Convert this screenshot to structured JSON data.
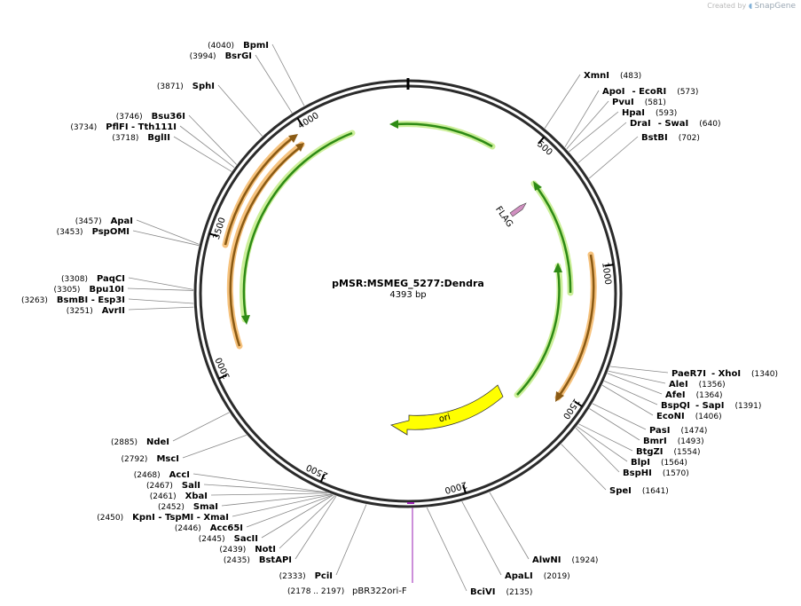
{
  "brand": {
    "created_by": "Created by",
    "app": "SnapGene"
  },
  "plasmid": {
    "name": "pMSR:MSMEG_5277:Dendra",
    "length": "4393 bp",
    "length_bp": 4393
  },
  "ticks": [
    {
      "label": "500",
      "bp": 500
    },
    {
      "label": "1000",
      "bp": 1000
    },
    {
      "label": "1500",
      "bp": 1500
    },
    {
      "label": "2000",
      "bp": 2000
    },
    {
      "label": "2500",
      "bp": 2500
    },
    {
      "label": "3000",
      "bp": 3000
    },
    {
      "label": "3500",
      "bp": 3500
    },
    {
      "label": "4000",
      "bp": 4000
    }
  ],
  "features": [
    {
      "name": "FLAG",
      "start": 850,
      "end": 874,
      "color": "#d08fc0"
    },
    {
      "name": "ori",
      "start": 1505,
      "end": 2095,
      "color": "#ffff00"
    }
  ],
  "primer": {
    "name": "pBR322ori-F",
    "range": "(2178 .. 2197)",
    "color": "#9a1fb5"
  },
  "right_labels": [
    {
      "text": [
        [
          "XmnI",
          "(483)"
        ]
      ],
      "bp": 483
    },
    {
      "text": [
        [
          "ApoI",
          ""
        ],
        [
          "- EcoRI",
          "(573)"
        ]
      ],
      "bp": 573
    },
    {
      "text": [
        [
          "PvuI",
          "(581)"
        ]
      ],
      "bp": 581
    },
    {
      "text": [
        [
          "HpaI",
          "(593)"
        ]
      ],
      "bp": 593
    },
    {
      "text": [
        [
          "DraI",
          ""
        ],
        [
          "- SwaI",
          "(640)"
        ]
      ],
      "bp": 640
    },
    {
      "text": [
        [
          "BstBI",
          "(702)"
        ]
      ],
      "bp": 702
    },
    {
      "text": [
        [
          "PaeR7I",
          ""
        ],
        [
          "- XhoI",
          "(1340)"
        ]
      ],
      "bp": 1340
    },
    {
      "text": [
        [
          "AleI",
          "(1356)"
        ]
      ],
      "bp": 1356
    },
    {
      "text": [
        [
          "AfeI",
          "(1364)"
        ]
      ],
      "bp": 1364
    },
    {
      "text": [
        [
          "BspQI",
          ""
        ],
        [
          "- SapI",
          "(1391)"
        ]
      ],
      "bp": 1391
    },
    {
      "text": [
        [
          "EcoNI",
          "(1406)"
        ]
      ],
      "bp": 1406
    },
    {
      "text": [
        [
          "PasI",
          "(1474)"
        ]
      ],
      "bp": 1474
    },
    {
      "text": [
        [
          "BmrI",
          "(1493)"
        ]
      ],
      "bp": 1493
    },
    {
      "text": [
        [
          "BtgZI",
          "(1554)"
        ]
      ],
      "bp": 1554
    },
    {
      "text": [
        [
          "BlpI",
          "(1564)"
        ]
      ],
      "bp": 1564
    },
    {
      "text": [
        [
          "BspHI",
          "(1570)"
        ]
      ],
      "bp": 1570
    },
    {
      "text": [
        [
          "SpeI",
          "(1641)"
        ]
      ],
      "bp": 1641
    },
    {
      "text": [
        [
          "AlwNI",
          "(1924)"
        ]
      ],
      "bp": 1924
    },
    {
      "text": [
        [
          "ApaLI",
          "(2019)"
        ]
      ],
      "bp": 2019
    },
    {
      "text": [
        [
          "BciVI",
          "(2135)"
        ]
      ],
      "bp": 2135
    }
  ],
  "left_labels": [
    {
      "pos": "(4040)",
      "names": "BpmI",
      "bp": 4040
    },
    {
      "pos": "(3994)",
      "names": "BsrGI",
      "bp": 3994
    },
    {
      "pos": "(3871)",
      "names": "SphI",
      "bp": 3871
    },
    {
      "pos": "(3746)",
      "names": "Bsu36I",
      "bp": 3746
    },
    {
      "pos": "(3734)",
      "names": "PflFI   - Tth111I",
      "bp": 3734
    },
    {
      "pos": "(3718)",
      "names": "BglII",
      "bp": 3718
    },
    {
      "pos": "(3457)",
      "names": "ApaI",
      "bp": 3457
    },
    {
      "pos": "(3453)",
      "names": "PspOMI",
      "bp": 3453
    },
    {
      "pos": "(3308)",
      "names": "PaqCI",
      "bp": 3308
    },
    {
      "pos": "(3305)",
      "names": "Bpu10I",
      "bp": 3305
    },
    {
      "pos": "(3263)",
      "names": "BsmBI   - Esp3I",
      "bp": 3263
    },
    {
      "pos": "(3251)",
      "names": "AvrII",
      "bp": 3251
    },
    {
      "pos": "(2885)",
      "names": "NdeI",
      "bp": 2885
    },
    {
      "pos": "(2792)",
      "names": "MscI",
      "bp": 2792
    },
    {
      "pos": "(2468)",
      "names": "AccI",
      "bp": 2468
    },
    {
      "pos": "(2467)",
      "names": "SalI",
      "bp": 2467
    },
    {
      "pos": "(2461)",
      "names": "XbaI",
      "bp": 2461
    },
    {
      "pos": "(2452)",
      "names": "SmaI",
      "bp": 2452
    },
    {
      "pos": "(2450)",
      "names": "KpnI   - TspMI   - XmaI",
      "bp": 2450
    },
    {
      "pos": "(2446)",
      "names": "Acc65I",
      "bp": 2446
    },
    {
      "pos": "(2445)",
      "names": "SacII",
      "bp": 2445
    },
    {
      "pos": "(2439)",
      "names": "NotI",
      "bp": 2439
    },
    {
      "pos": "(2435)",
      "names": "BstAPI",
      "bp": 2435
    },
    {
      "pos": "(2333)",
      "names": "PciI",
      "bp": 2333
    }
  ]
}
